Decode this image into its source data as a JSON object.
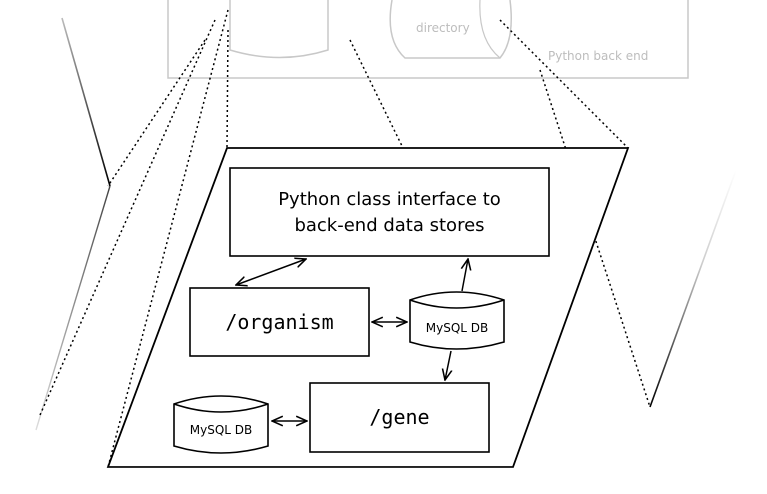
{
  "background_labels": {
    "directory": "directory",
    "python_back_end": "Python back end"
  },
  "boxes": {
    "python_interface_line1": "Python class interface to",
    "python_interface_line2": "back-end data stores",
    "organism": "/organism",
    "gene": "/gene"
  },
  "databases": {
    "mysql_db_right": "MySQL DB",
    "mysql_db_left": "MySQL DB"
  },
  "colors": {
    "line": "#000000",
    "faded_line": "#c8c8c8",
    "faded_text": "#bdbdbd",
    "background": "#ffffff"
  }
}
